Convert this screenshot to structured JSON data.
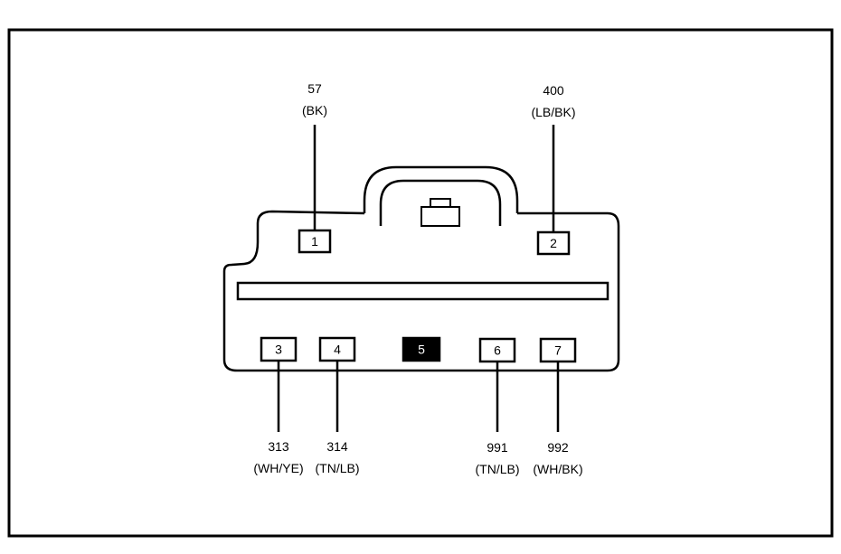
{
  "connector": {
    "pins": [
      {
        "number": "1",
        "circuit": "57",
        "color": "(BK)",
        "row": "top"
      },
      {
        "number": "2",
        "circuit": "400",
        "color": "(LB/BK)",
        "row": "top"
      },
      {
        "number": "3",
        "circuit": "313",
        "color": "(WH/YE)",
        "row": "bottom"
      },
      {
        "number": "4",
        "circuit": "314",
        "color": "(TN/LB)",
        "row": "bottom"
      },
      {
        "number": "5",
        "circuit": "",
        "color": "",
        "row": "bottom",
        "empty": true
      },
      {
        "number": "6",
        "circuit": "991",
        "color": "(TN/LB)",
        "row": "bottom"
      },
      {
        "number": "7",
        "circuit": "992",
        "color": "(WH/BK)",
        "row": "bottom"
      }
    ]
  },
  "colors": {
    "ink": "#000000",
    "paper": "#ffffff",
    "empty_cavity": "#000000"
  }
}
